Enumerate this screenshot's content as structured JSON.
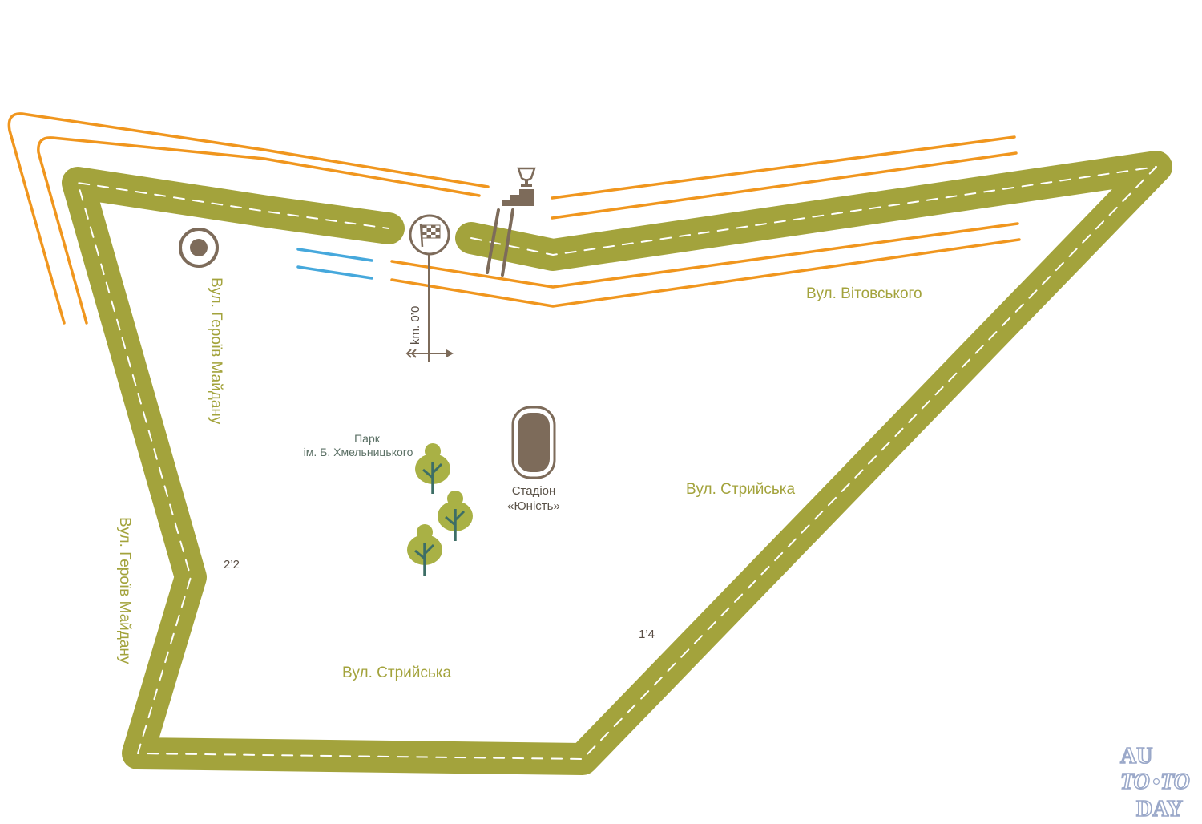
{
  "map": {
    "streets": {
      "vitovskoho": "Вул. Вітовського",
      "heroiv_maidanu_inner": "Вул. Героїв Майдану",
      "heroiv_maidanu_outer": "Вул. Героїв Майдану",
      "stryiska_east": "Вул. Стрийська",
      "stryiska_south": "Вул. Стрийська"
    },
    "distances": {
      "west": "2’2",
      "southeast": "1’4"
    },
    "start_marker": "km. 0’0",
    "park": {
      "line1": "Парк",
      "line2": "ім. Б. Хмельницького"
    },
    "stadium": {
      "line1": "Стадіон",
      "line2": "«Юність»"
    },
    "icons": [
      "checkered-flag-icon",
      "podium-trophy-icon",
      "target-icon",
      "stadium-icon",
      "tree-icon"
    ],
    "colors": {
      "track": "#a3a33c",
      "track_markings": "#ffffff",
      "road_lines": "#f0961e",
      "water": "#46a8dc",
      "icons": "#7d6b5a",
      "tree": "#a9b145",
      "tree_trunk": "#3d6e66"
    }
  },
  "watermark": {
    "line1": "AU",
    "line2a": "TO",
    "line2b": "TO",
    "line3": "DAY"
  }
}
